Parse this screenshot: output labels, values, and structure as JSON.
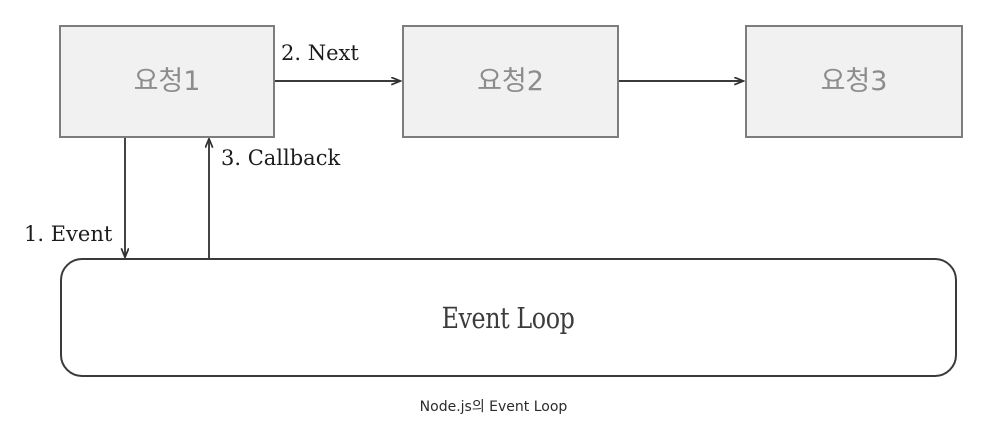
{
  "diagram": {
    "title_caption": "Node.js의 Event Loop",
    "nodes": [
      {
        "id": "req1",
        "label": "요청1"
      },
      {
        "id": "req2",
        "label": "요청2"
      },
      {
        "id": "req3",
        "label": "요청3"
      },
      {
        "id": "event_loop",
        "label": "Event Loop"
      }
    ],
    "edges": [
      {
        "id": "event",
        "label": "1. Event",
        "from": "req1",
        "to": "event_loop"
      },
      {
        "id": "next",
        "label": "2. Next",
        "from": "req1",
        "to": "req2"
      },
      {
        "id": "callback",
        "label": "3. Callback",
        "from": "event_loop",
        "to": "req1"
      },
      {
        "id": "next2",
        "label": "",
        "from": "req2",
        "to": "req3"
      }
    ],
    "colors": {
      "box_fill": "#f1f1f1",
      "box_border": "#7d7d7d",
      "box_text": "#8c8c8c",
      "loop_border": "#3a3a3a",
      "loop_fill": "#ffffff",
      "loop_text": "#3c3c3c",
      "edge_stroke": "#3a3a3a",
      "label_text": "#1c1c1c",
      "caption_text": "#2b2b2b",
      "background": "#ffffff"
    }
  }
}
